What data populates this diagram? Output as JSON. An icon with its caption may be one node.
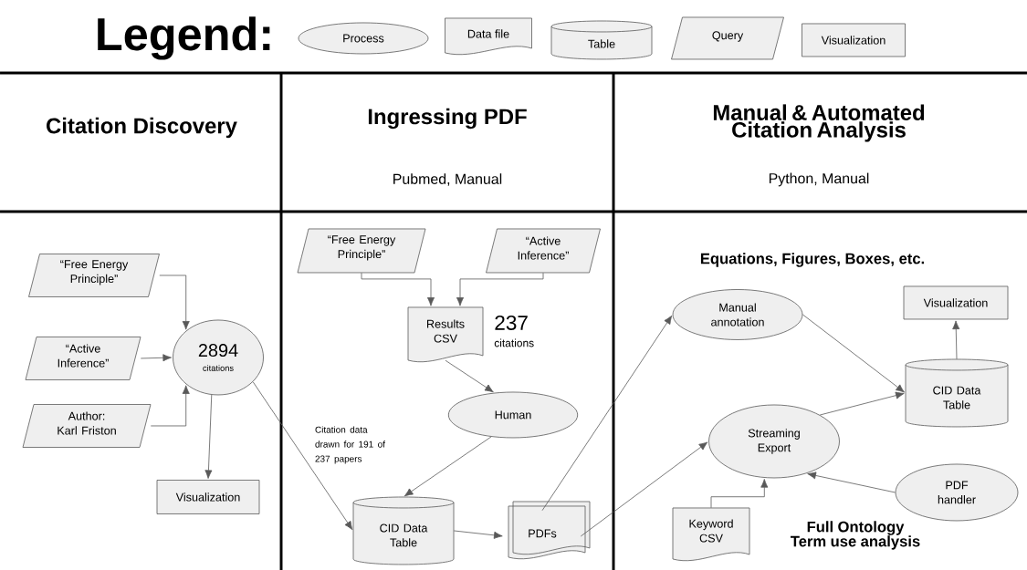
{
  "diagram": {
    "nodes": [
      {
        "text": [
          "“Free Energy Principle”"
        ]
      },
      {
        "text": [
          "“Active Inference”"
        ]
      },
      {
        "text": [
          "Author: Karl Friston"
        ]
      },
      {
        "text": [
          "2894",
          "citations"
        ]
      },
      {
        "text": [
          "Visualization"
        ]
      },
      {
        "text": [
          "“Free Energy Principle”"
        ]
      },
      {
        "text": [
          "“Active Inference”"
        ]
      },
      {
        "text": [
          "Results CSV"
        ],
        "beside": [
          "237",
          "citations"
        ]
      },
      {
        "text": [
          "Human"
        ]
      },
      {
        "text": [
          "CID Data Table"
        ]
      },
      {
        "text": [
          "PDFs"
        ]
      },
      {
        "text": [
          "Manual annotation"
        ]
      },
      {
        "text": [
          "Visualization"
        ]
      },
      {
        "text": [
          "CID Data Table"
        ]
      },
      {
        "text": [
          "Streaming Export"
        ]
      },
      {
        "text": [
          "PDF handler"
        ]
      },
      {
        "text": [
          "Keyword CSV"
        ]
      }
    ],
    "edges": [
      {
        "from": 0,
        "to": 3,
        "arrow": "to"
      },
      {
        "from": 1,
        "to": 3,
        "arrow": "to"
      },
      {
        "from": 2,
        "to": 3,
        "arrow": "to"
      },
      {
        "from": 3,
        "to": 4,
        "arrow": "to"
      },
      {
        "from": 3,
        "to": 9,
        "arrow": "to"
      },
      {
        "from": 5,
        "to": 7,
        "arrow": "to"
      },
      {
        "from": 6,
        "to": 7,
        "arrow": "to"
      },
      {
        "from": 7,
        "to": 8,
        "arrow": "to"
      },
      {
        "from": 8,
        "to": 9,
        "arrow": "to"
      },
      {
        "from": 9,
        "to": 10,
        "arrow": "to"
      },
      {
        "from": 10,
        "to": 11,
        "arrow": "to"
      },
      {
        "from": 10,
        "to": 14,
        "arrow": "to"
      },
      {
        "from": 11,
        "to": 13,
        "arrow": "to"
      },
      {
        "from": 14,
        "to": 13,
        "arrow": "to"
      },
      {
        "from": 13,
        "to": 12,
        "arrow": "to"
      },
      {
        "from": 15,
        "to": 14,
        "arrow": "to"
      },
      {
        "from": 16,
        "to": 14,
        "arrow": "to"
      }
    ],
    "labels": [
      "Legend:",
      "Citation Discovery",
      "Ingressing PDF",
      "Pubmed, Manual",
      "Manual & Automated Citation Analysis",
      "Python, Manual",
      "Citation data drawn for 191 of 237 papers",
      "Equations, Figures, Boxes, etc.",
      "Full Ontology Term use analysis"
    ],
    "legend": [
      {
        "text": "Process"
      },
      {
        "text": "Data file"
      },
      {
        "text": "Table"
      },
      {
        "text": "Query"
      },
      {
        "text": "Visualization"
      }
    ]
  }
}
